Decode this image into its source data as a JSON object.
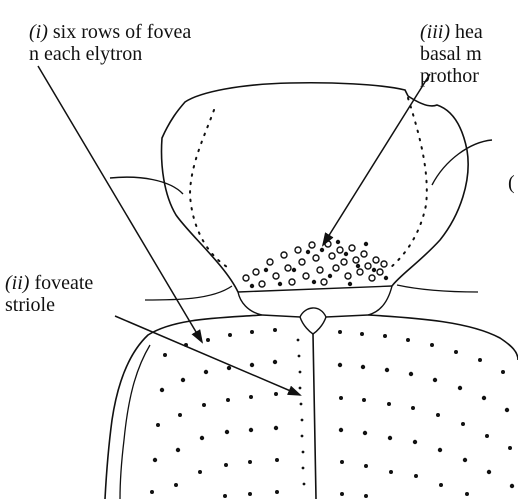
{
  "labels": {
    "i": {
      "numeral": "(i)",
      "text_1": " six rows of fovea",
      "text_2": "n each elytron"
    },
    "ii": {
      "numeral": "(ii)",
      "text_1": " foveate",
      "text_2": "striole"
    },
    "iii": {
      "numeral": "(iii)",
      "text_1": " hea",
      "text_2": "basal m",
      "text_3": "prothor"
    },
    "iv": {
      "text": "("
    }
  },
  "colors": {
    "ink": "#111111",
    "background": "#ffffff"
  }
}
